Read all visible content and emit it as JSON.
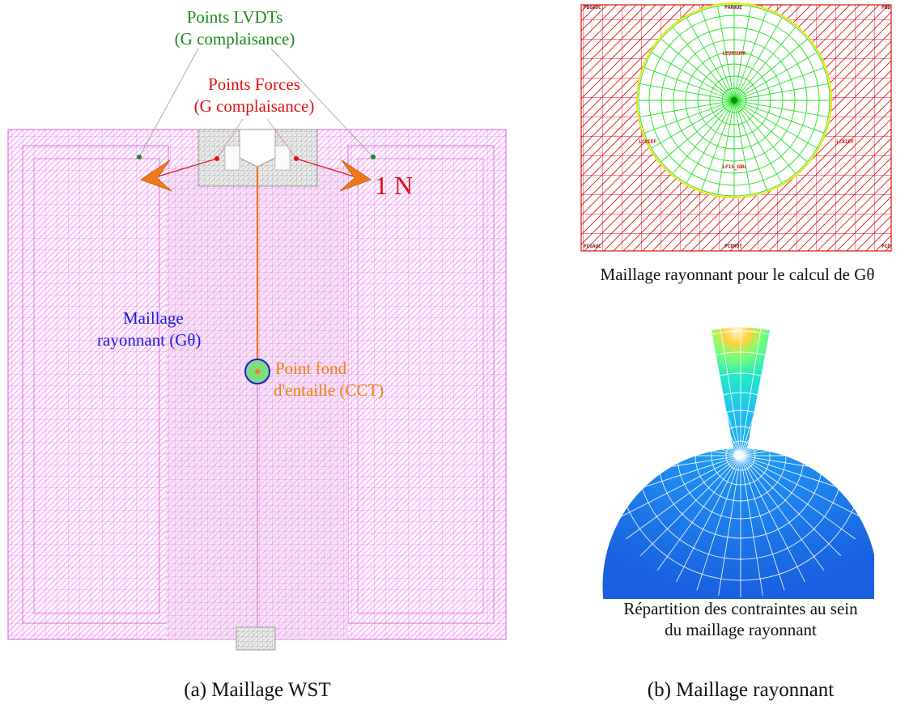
{
  "left_panel": {
    "lvdt_label_line1": "Points LVDTs",
    "lvdt_label_line2": "(G complaisance)",
    "forces_label_line1": "Points Forces",
    "forces_label_line2": "(G complaisance)",
    "force_unit_label": "1 N",
    "radiating_label_line1": "Maillage",
    "radiating_label_line2": "rayonnant (Gθ)",
    "notch_label_line1": "Point fond",
    "notch_label_line2": "d'entaille (CCT)",
    "caption": "(a) Maillage WST"
  },
  "right_panel": {
    "mesh_plot": {
      "corner_top_left": "PBGAUC",
      "top_center": "PARHUE",
      "corner_top_right": "PBD",
      "corner_bottom_left": "PCGAUC",
      "bottom_center": "PCDROT",
      "corner_bottom_right": "PCD",
      "inner_top": "LEVRSUPR",
      "inner_left": "LCRIEF",
      "inner_right": "LCRIEF",
      "inner_center": "LF1S_GBU"
    },
    "mesh_caption": "Maillage rayonnant pour le calcul de Gθ",
    "stress_caption_line1": "Répartition des contraintes au sein",
    "stress_caption_line2": "du maillage rayonnant",
    "caption": "(b) Maillage rayonnant"
  },
  "colors": {
    "mesh_pink": "#e36fe3",
    "mesh_gray": "#9a9a9a",
    "lvdt_green": "#1a8a1a",
    "force_red": "#e01010",
    "arrow_orange": "#f07a1a",
    "radiating_blue": "#1a1ae0",
    "notch_orange": "#f08010",
    "plot_red": "#e01010",
    "plot_green": "#22e022",
    "plot_yellow": "#f0e010",
    "stress_blue": "#1f6ee8"
  }
}
